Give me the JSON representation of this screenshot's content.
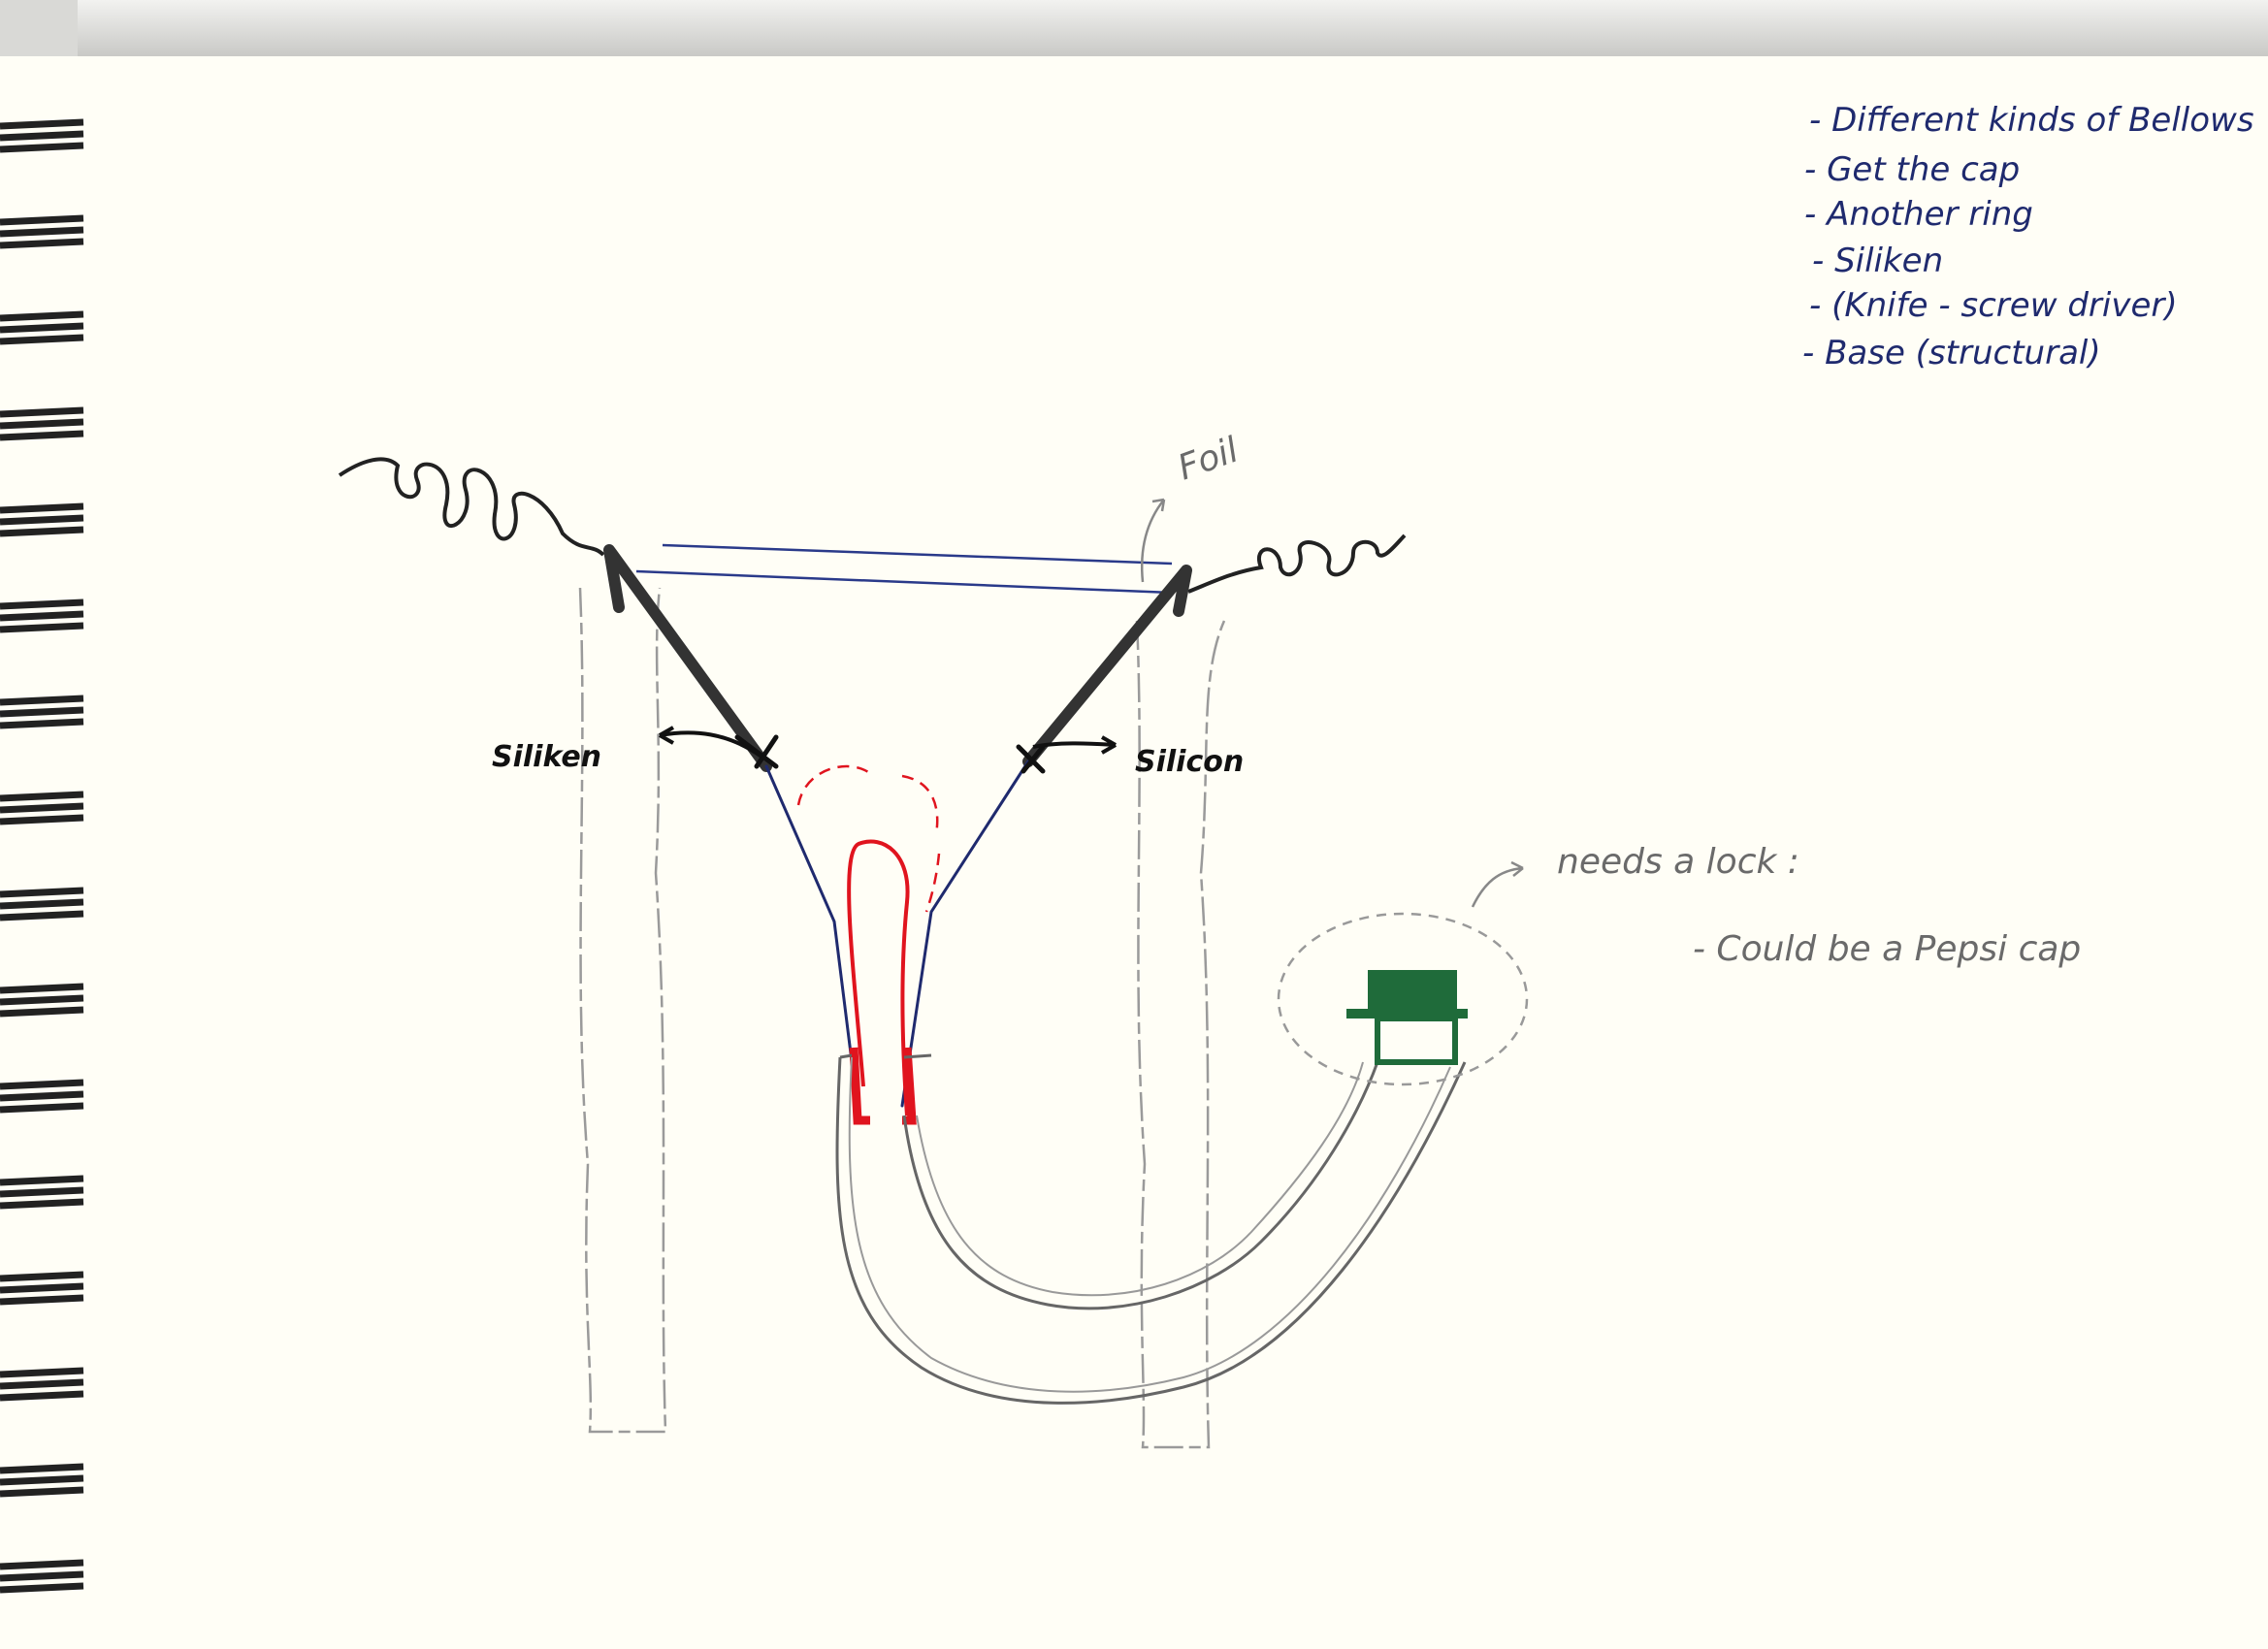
{
  "todo_list": [
    "- Different kinds of Bellows",
    "- Get the cap",
    "- Another ring",
    "- Siliken",
    "- (Knife - screw driver)",
    "- Base (structural)"
  ],
  "labels": {
    "foil": "Foil",
    "silicone_left": "Siliken",
    "silicone_right": "Silicon",
    "needs_lock": "needs a lock :",
    "pepsi_cap": "- Could be a Pepsi cap"
  },
  "colors": {
    "paper": "#fffef6",
    "ink_blue": "#1f2a6e",
    "marker_black": "#222222",
    "pencil": "#808080",
    "red": "#e0141e",
    "green": "#1f6b3a"
  }
}
